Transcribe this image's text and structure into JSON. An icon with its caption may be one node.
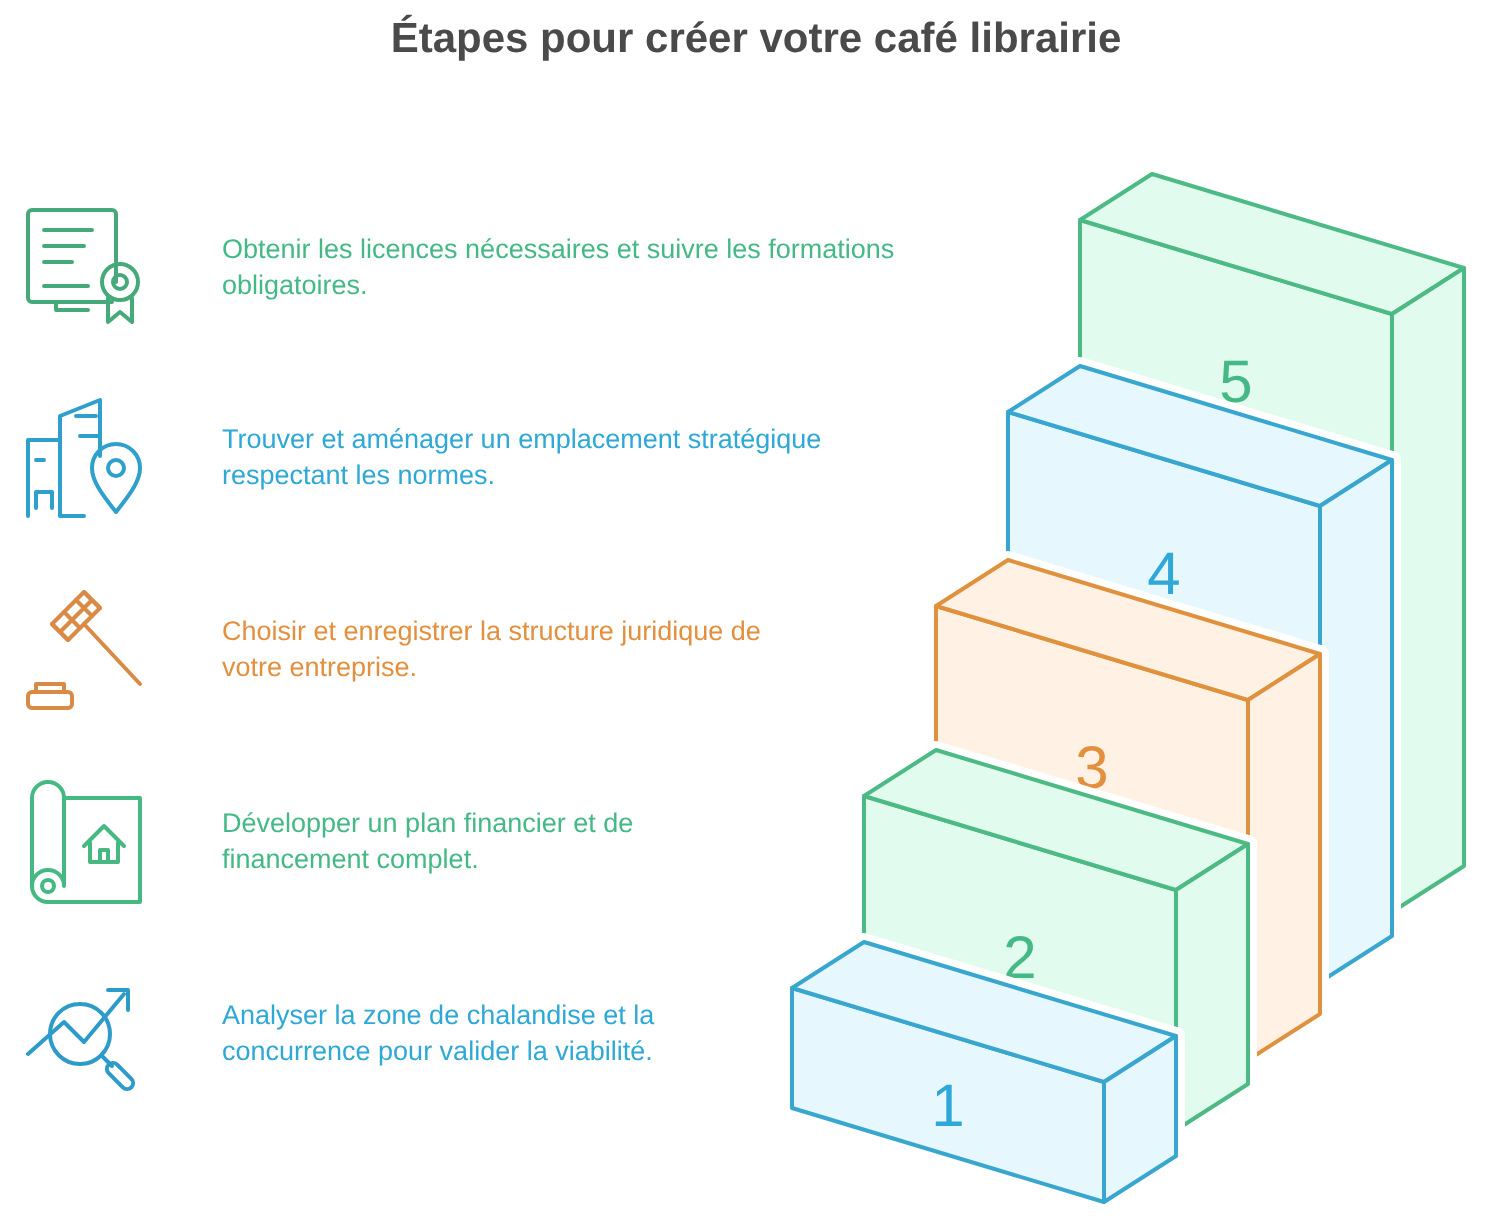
{
  "diagram": {
    "title": "Étapes pour créer votre café librairie",
    "nodes": [
      {
        "text": [
          "1"
        ]
      },
      {
        "text": [
          "2"
        ]
      },
      {
        "text": [
          "3"
        ]
      },
      {
        "text": [
          "4"
        ]
      },
      {
        "text": [
          "5"
        ]
      }
    ],
    "labels": [
      "Obtenir les licences nécessaires et suivre les formations obligatoires.",
      "Trouver et aménager un emplacement stratégique respectant les normes.",
      "Choisir et enregistrer la structure juridique de votre entreprise.",
      "Développer un plan financier et de financement complet.",
      "Analyser la zone de chalandise et la concurrence pour valider la viabilité."
    ]
  }
}
